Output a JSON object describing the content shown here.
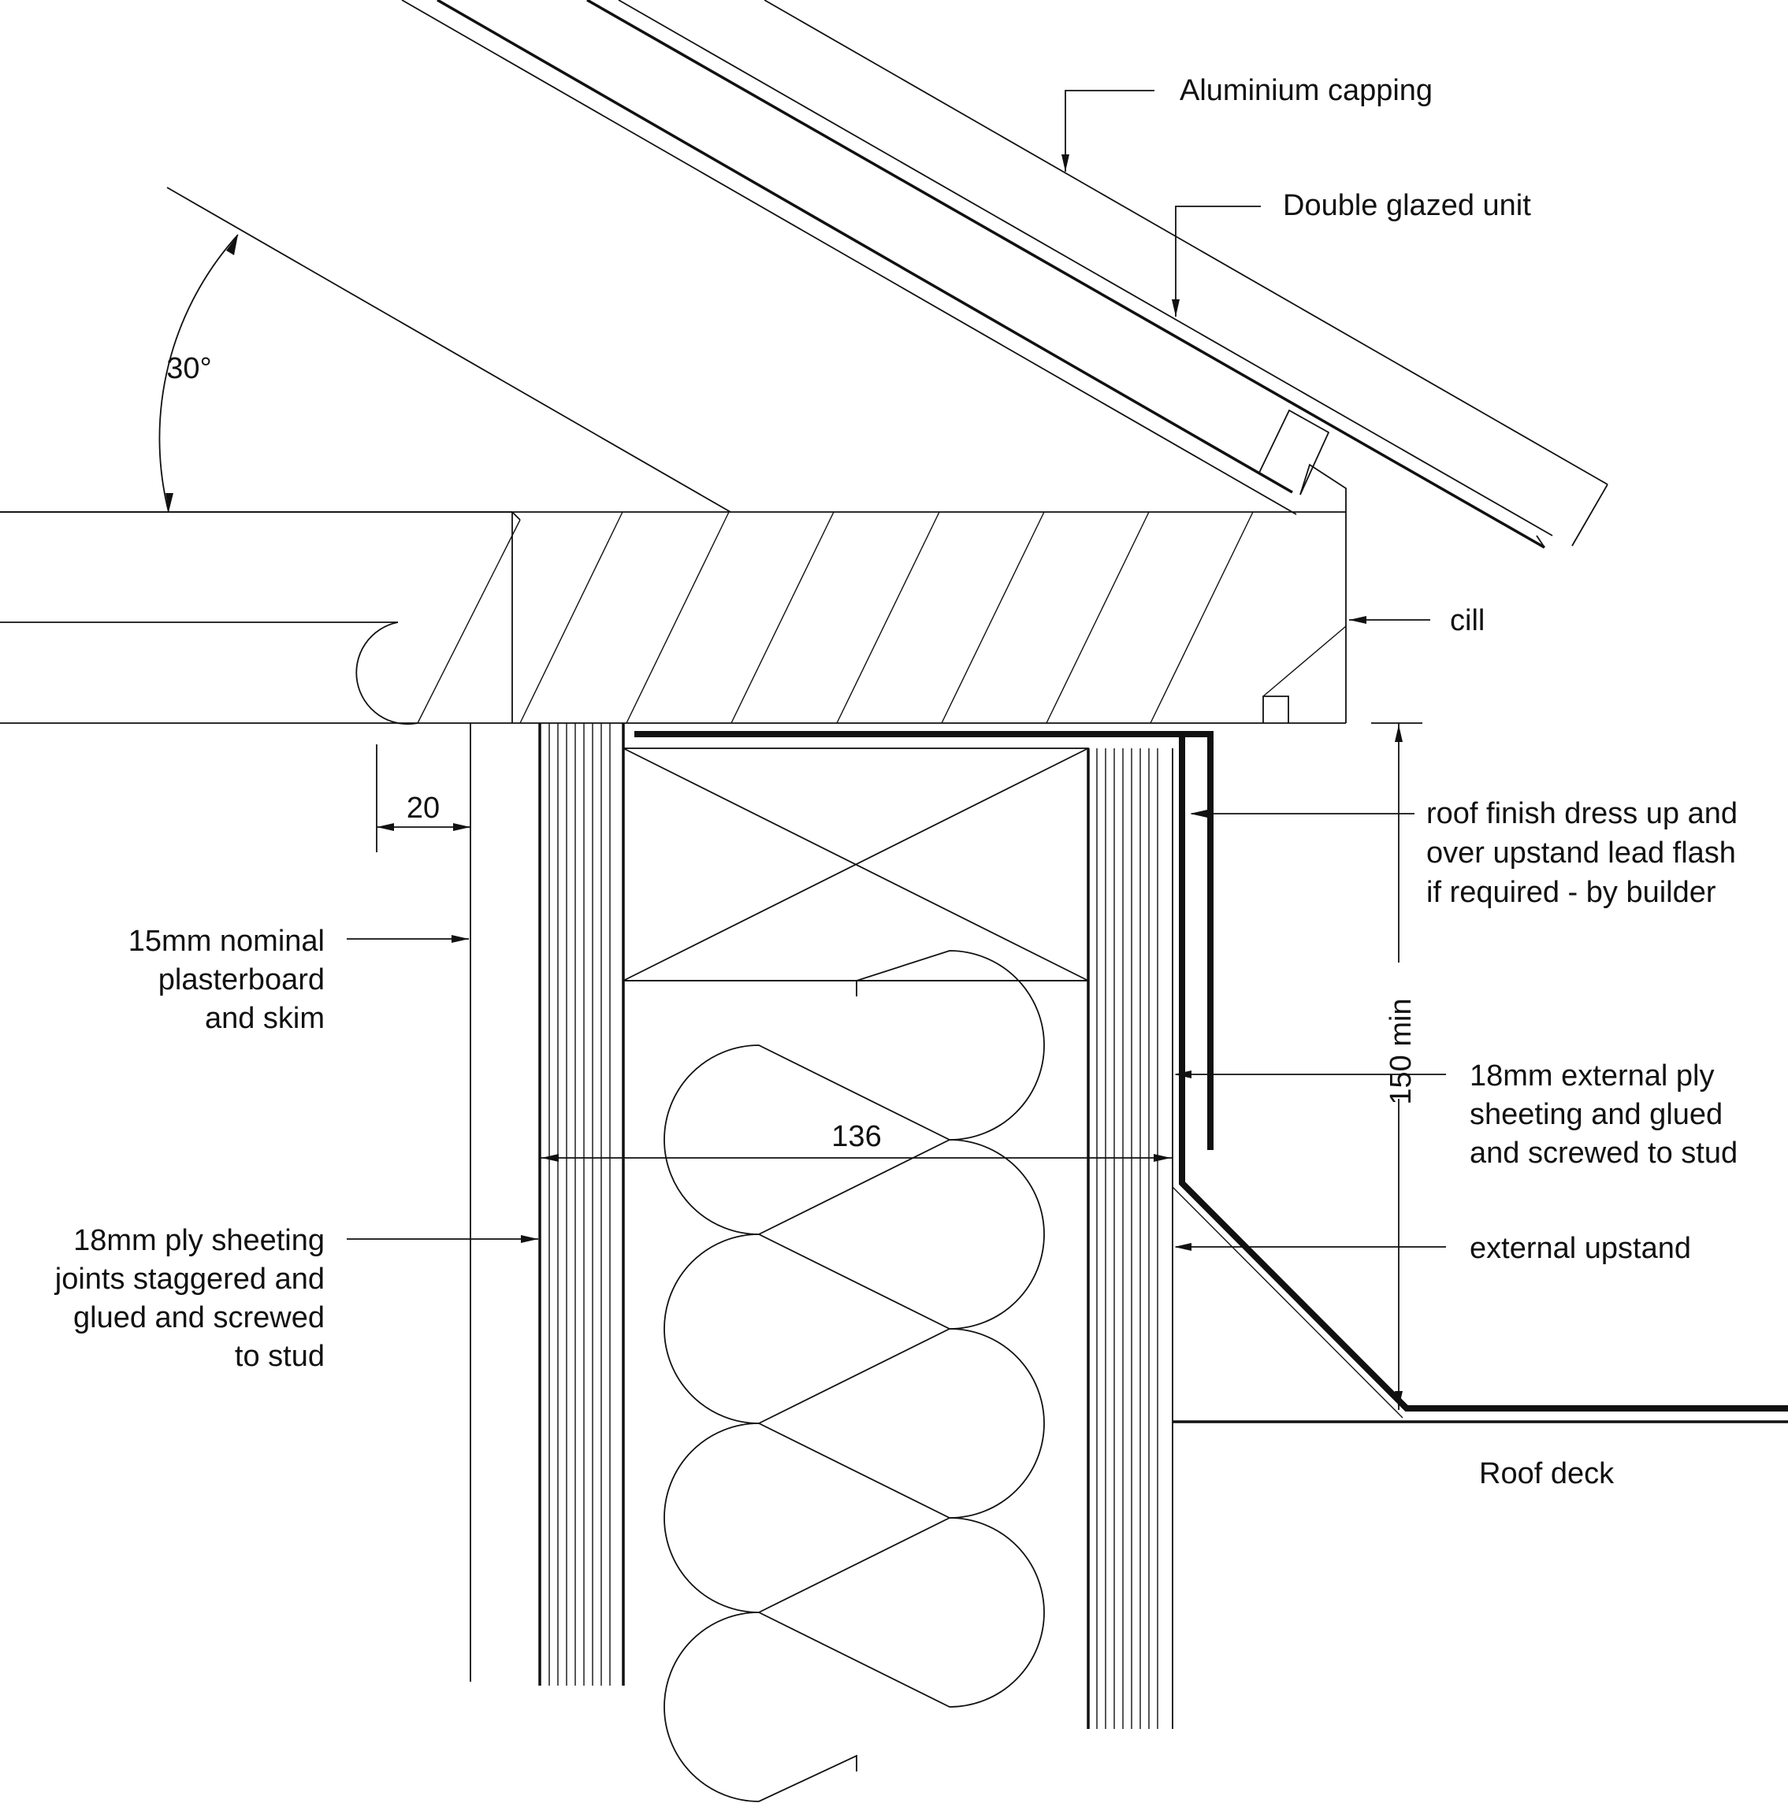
{
  "drawing": {
    "angle_label": "30°",
    "dimensions": {
      "plaster_offset": "20",
      "wall_width": "136",
      "upstand_min": "150 min"
    },
    "labels": {
      "aluminium_capping": "Aluminium capping",
      "double_glazed_unit": "Double glazed unit",
      "cill": "cill",
      "roof_finish": [
        "roof finish dress up and",
        "over upstand lead flash",
        "if required - by builder"
      ],
      "plasterboard": [
        "15mm nominal",
        "plasterboard",
        "and skim"
      ],
      "external_ply": [
        "18mm external ply",
        "sheeting and glued",
        "and screwed to stud"
      ],
      "ply_sheeting": [
        "18mm ply sheeting",
        "joints staggered and",
        "glued and screwed",
        "to stud"
      ],
      "external_upstand": "external upstand",
      "roof_deck": "Roof deck"
    }
  }
}
